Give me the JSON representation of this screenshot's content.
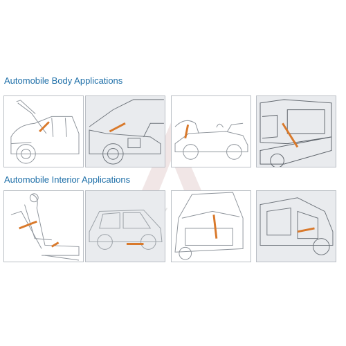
{
  "sections": [
    {
      "title": "Automobile Body Applications"
    },
    {
      "title": "Automobile Interior Applications"
    }
  ],
  "watermark_text": "TIEYING",
  "colors": {
    "heading": "#1e6fa8",
    "outline": "#8f959c",
    "strut": "#d9792b",
    "panel_shade": "#e9ebee"
  }
}
